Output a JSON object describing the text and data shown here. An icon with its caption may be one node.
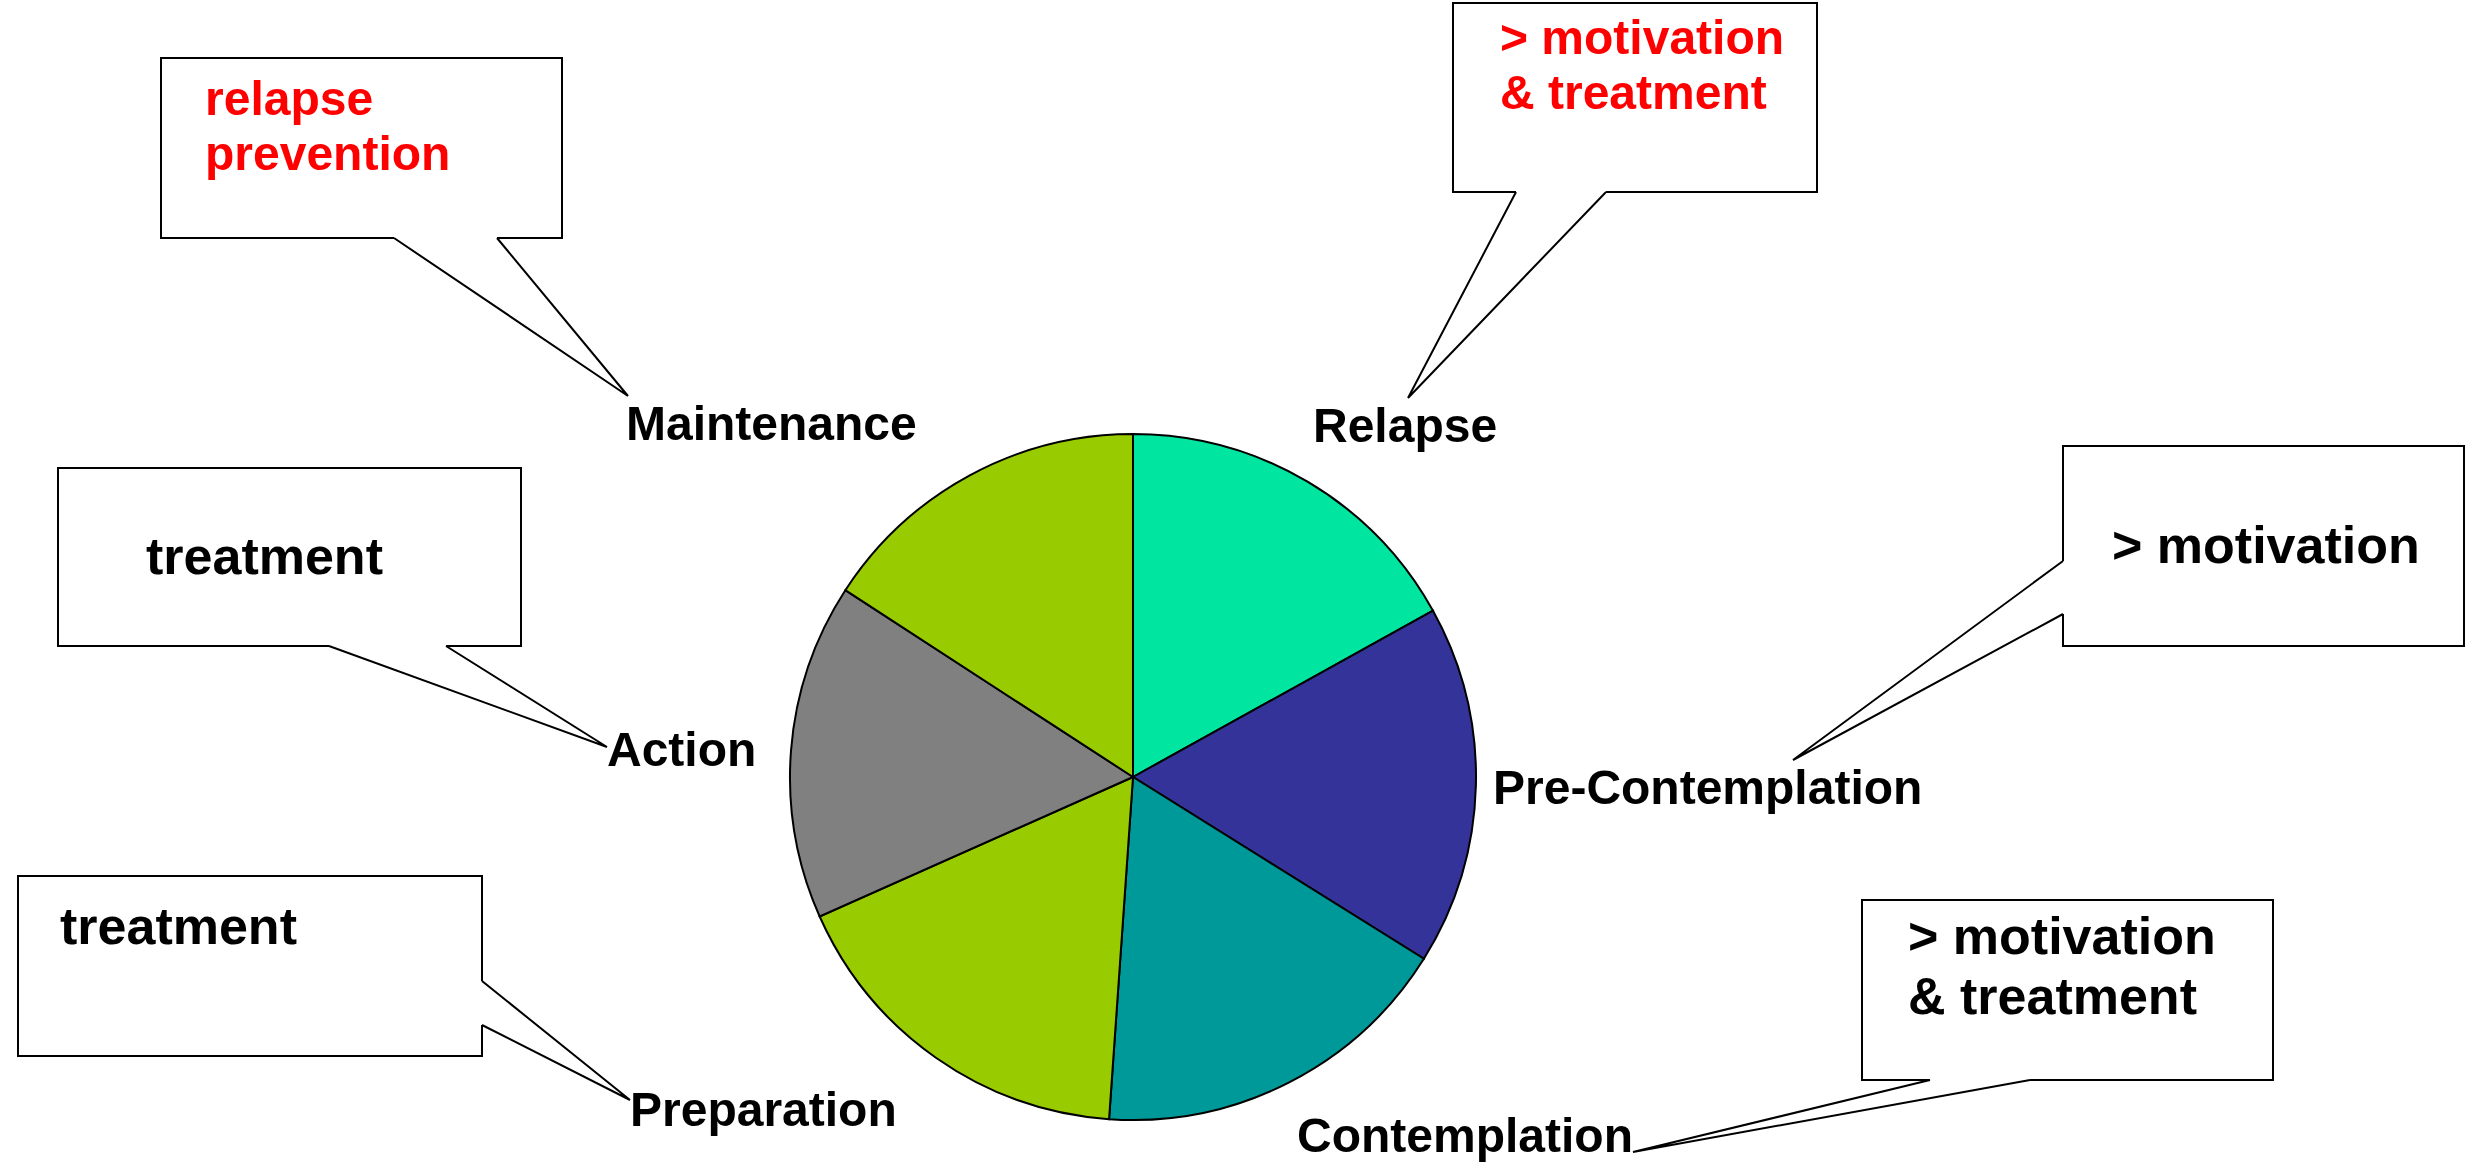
{
  "diagram": {
    "nodes": [
      {
        "text": [
          "relapse prevention"
        ]
      },
      {
        "text": [
          "> motivation & treatment"
        ]
      },
      {
        "text": [
          "Maintenance"
        ]
      },
      {
        "text": [
          "Relapse"
        ]
      },
      {
        "text": [
          "treatment"
        ]
      },
      {
        "text": [
          "> motivation"
        ]
      },
      {
        "text": [
          "Action"
        ]
      },
      {
        "text": [
          "Pre-Contemplation"
        ]
      },
      {
        "text": [
          "treatment"
        ]
      },
      {
        "text": [
          "> motivation & treatment"
        ]
      },
      {
        "text": [
          "Preparation"
        ]
      },
      {
        "text": [
          "Contemplation"
        ]
      }
    ],
    "edges": [
      {
        "from": 0,
        "to": 2,
        "arrow": "none"
      },
      {
        "from": 1,
        "to": 3,
        "arrow": "none"
      },
      {
        "from": 4,
        "to": 6,
        "arrow": "none"
      },
      {
        "from": 5,
        "to": 7,
        "arrow": "none"
      },
      {
        "from": 8,
        "to": 10,
        "arrow": "none"
      },
      {
        "from": 9,
        "to": 11,
        "arrow": "none"
      }
    ]
  }
}
